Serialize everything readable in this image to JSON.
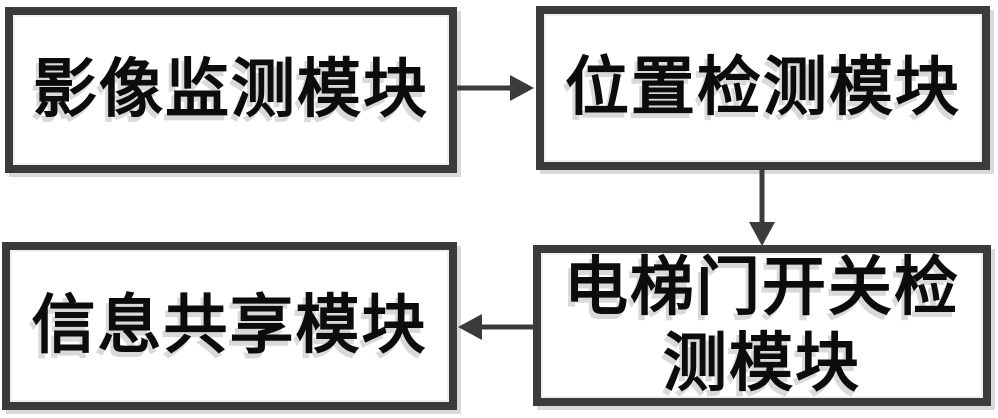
{
  "diagram": {
    "type": "flowchart",
    "nodes": [
      {
        "id": "image-monitoring",
        "label": "影像监测模块"
      },
      {
        "id": "position-detection",
        "label": "位置检测模块"
      },
      {
        "id": "door-switch-detection",
        "label": "电梯门开关检测模块"
      },
      {
        "id": "info-sharing",
        "label": "信息共享模块"
      }
    ],
    "edges": [
      {
        "from": "image-monitoring",
        "to": "position-detection",
        "direction": "right"
      },
      {
        "from": "position-detection",
        "to": "door-switch-detection",
        "direction": "down"
      },
      {
        "from": "door-switch-detection",
        "to": "info-sharing",
        "direction": "left"
      }
    ],
    "colors": {
      "border-color": "#3b3b3b",
      "bg-color": "#ffffff",
      "text-color": "#0c0c0c",
      "shadow-color": "#d9d9d9"
    }
  }
}
